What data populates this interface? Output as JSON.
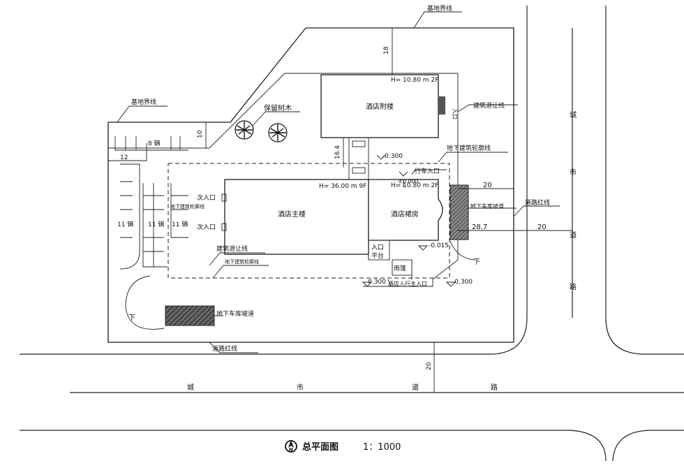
{
  "title": "总平面图",
  "scale": "1：1000",
  "north_icon": "north-arrow-icon",
  "labels": {
    "base_line_top": "基地界线",
    "base_line_left": "基地界线",
    "keep_trees": "保留树木",
    "setback_line_right": "建筑退让线",
    "setback_line_left": "建筑退让线",
    "underground_outline_right": "地下建筑轮廓线",
    "underground_outline_left1": "地下建筑轮廓线",
    "underground_outline_left2": "地下建筑轮廓线",
    "road_redline_right": "道路红线",
    "road_redline_bottom": "道路红线",
    "ramp_right": "地下车库坡道",
    "ramp_left": "地下车库坡道",
    "car_entrance": "行车入口",
    "pedestrian_entrance": "酒店人行主入口",
    "canopy": "雨篷",
    "entry_platform_1": "入口",
    "entry_platform_2": "平台",
    "entrance_small": "入口",
    "down_right": "下",
    "down_left": "下",
    "secondary_entrance_1": "次入口",
    "secondary_entrance_2": "次入口"
  },
  "buildings": {
    "annex": {
      "name": "酒店附楼",
      "height": "H= 10.80 m 2F"
    },
    "main": {
      "name": "酒店主楼",
      "height": "H= 36.00 m 9F"
    },
    "podium": {
      "name": "酒店裙房",
      "height": "H= 10.80 m 2F"
    }
  },
  "parking": {
    "top": "8 辆",
    "col1": "11 辆",
    "col2": "11 辆",
    "col3": "11 辆"
  },
  "dimensions": {
    "d18": "18",
    "d10": "10",
    "d12": "12",
    "d16_4": "16.4",
    "d20_top": "20",
    "d28_7": "28.7",
    "d20_right": "20",
    "d20_bottom": "20"
  },
  "levels": {
    "l1": "-0.300",
    "l2": "-0.015",
    "l3": "-0.300",
    "l4": "-0.300",
    "l5": "±0.000"
  },
  "roads": {
    "h": [
      "城",
      "市",
      "道",
      "路"
    ],
    "v": [
      "城",
      "市",
      "道",
      "路"
    ]
  }
}
